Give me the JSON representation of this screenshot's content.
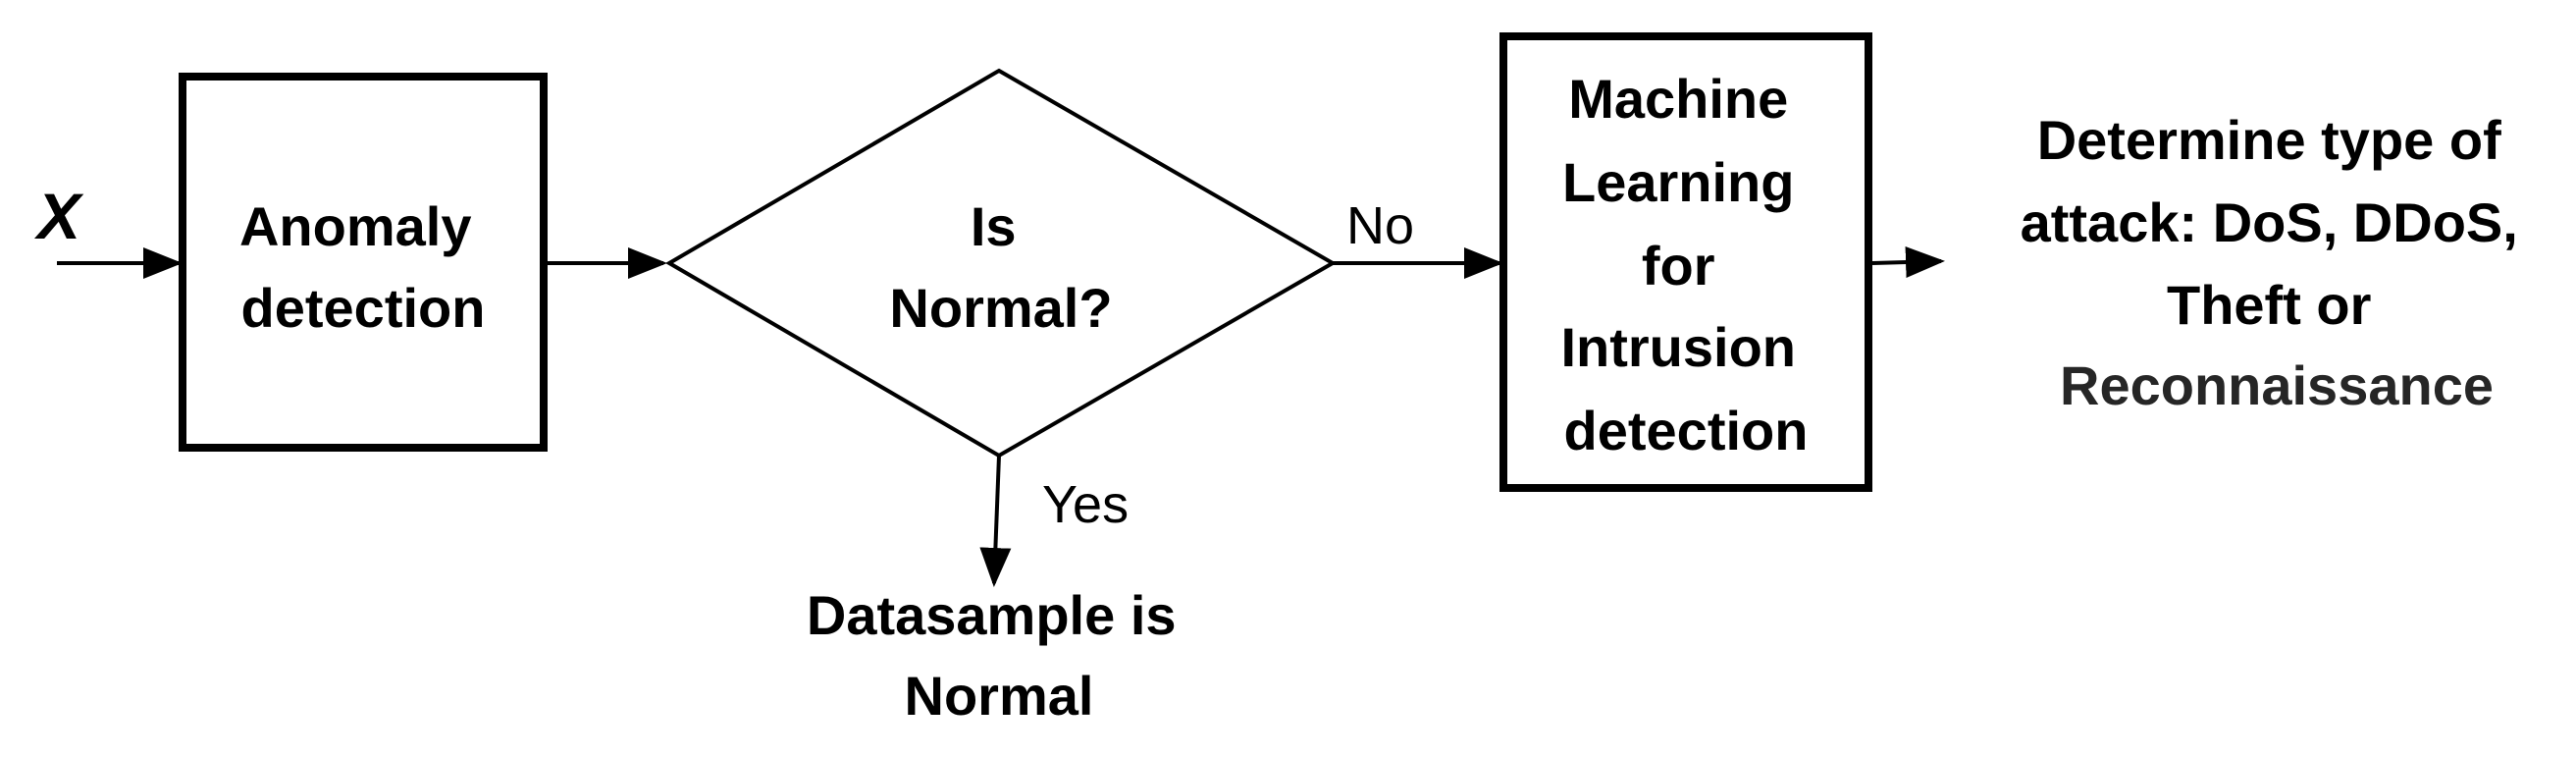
{
  "diagram": {
    "input": "X",
    "anomaly_box": [
      "Anomaly",
      "detection"
    ],
    "decision": [
      "Is",
      "Normal?"
    ],
    "edge_no": "No",
    "edge_yes": "Yes",
    "ml_box": [
      "Machine",
      "Learning",
      "for",
      "Intrusion",
      "detection"
    ],
    "normal_output": [
      "Datasample is",
      "Normal"
    ],
    "attack_output": [
      "Determine type of",
      "attack: DoS, DDoS,",
      "Theft or",
      "Reconnaissance"
    ]
  }
}
